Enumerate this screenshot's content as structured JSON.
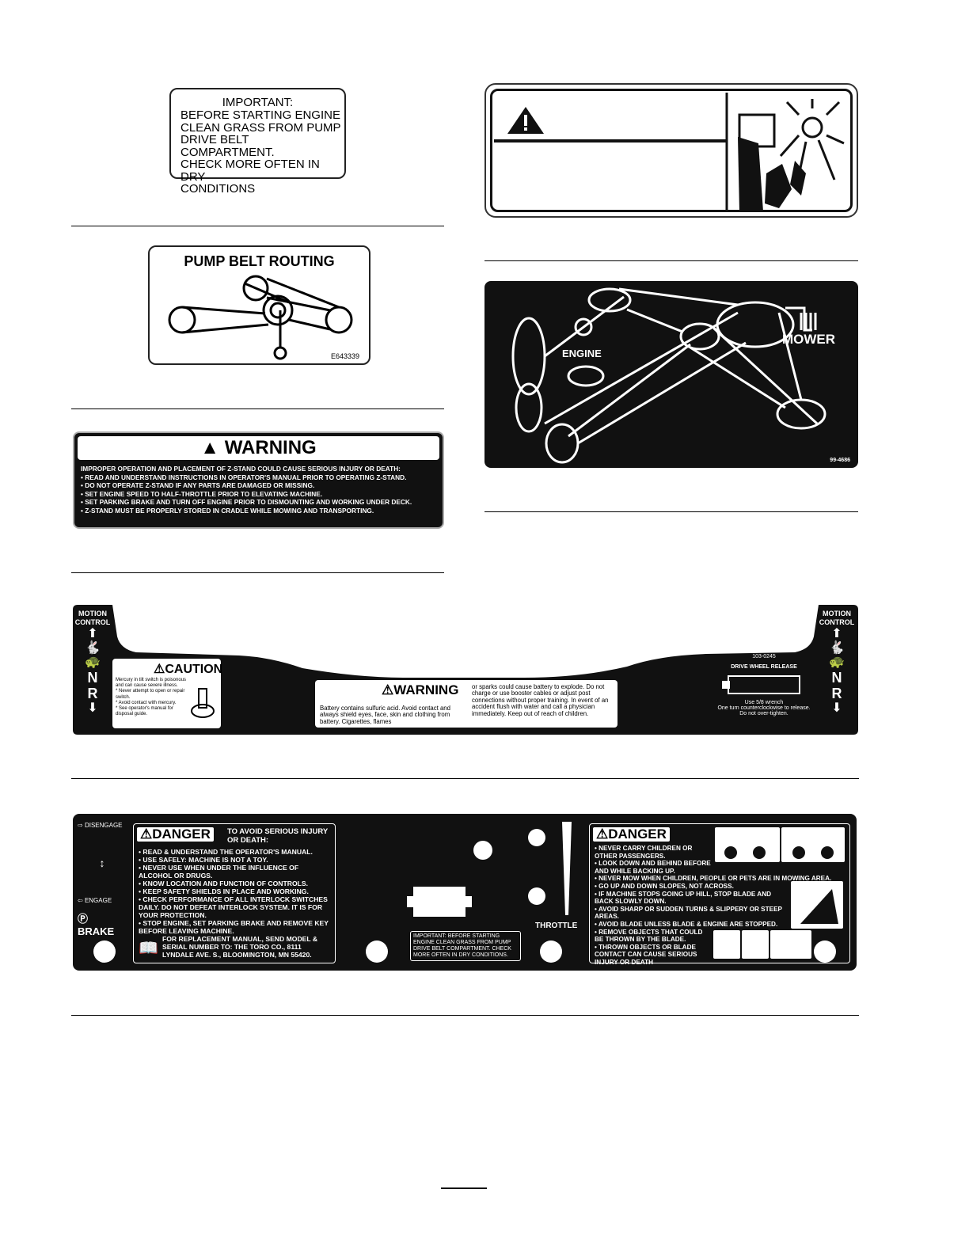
{
  "important_decal": {
    "title": "IMPORTANT:",
    "lines": [
      "BEFORE STARTING ENGINE",
      "CLEAN GRASS FROM PUMP",
      "DRIVE BELT COMPARTMENT.",
      "CHECK MORE OFTEN IN DRY",
      "CONDITIONS"
    ]
  },
  "pump_decal": {
    "title": "PUMP BELT ROUTING",
    "code": "E643339"
  },
  "zstand_warning": {
    "header": "WARNING",
    "lines": [
      "IMPROPER OPERATION AND PLACEMENT OF Z-STAND COULD CAUSE SERIOUS INJURY OR DEATH:",
      "• READ AND UNDERSTAND INSTRUCTIONS IN OPERATOR'S MANUAL PRIOR TO OPERATING Z-STAND.",
      "• DO NOT OPERATE Z-STAND IF ANY PARTS ARE DAMAGED OR MISSING.",
      "• SET ENGINE SPEED TO HALF-THROTTLE PRIOR TO ELEVATING MACHINE.",
      "• SET PARKING BRAKE AND TURN OFF ENGINE PRIOR TO DISMOUNTING AND WORKING UNDER DECK.",
      "• Z-STAND MUST BE PROPERLY STORED IN CRADLE WHILE MOWING AND TRANSPORTING."
    ]
  },
  "belt_decal": {
    "engine": "ENGINE",
    "mower": "MOWER",
    "code": "99-4686"
  },
  "motion_decal": {
    "motion_control": "MOTION CONTROL",
    "n": "N",
    "r": "R",
    "caution_header": "CAUTION",
    "caution_lines": [
      "Mercury in tilt switch is poisonous and can cause severe illness.",
      "* Never attempt to open or repair switch.",
      "* Avoid contact with mercury.",
      "* See operator's manual for disposal guide."
    ],
    "warning_header": "WARNING",
    "warning_left": "Battery contains sulfuric acid. Avoid contact and always shield eyes, face, skin and clothing from battery. Cigarettes, flames",
    "warning_right": "or sparks could cause battery to explode. Do not charge or use booster cables or adjust post connections without proper training. In event of an accident flush with water and call a physician immediately. Keep out of reach of children.",
    "part_no": "103-0245",
    "drive_release": "DRIVE WHEEL RELEASE",
    "release_text": [
      "Use 5/8 wrench",
      "One turn counterclockwise to release.",
      "Do not over-tighten."
    ]
  },
  "danger_panel": {
    "disengage": "DISENGAGE",
    "engage": "ENGAGE",
    "brake": "BRAKE",
    "danger": "DANGER",
    "avoid": "TO AVOID SERIOUS INJURY OR DEATH:",
    "left_items": [
      "• READ & UNDERSTAND THE OPERATOR'S MANUAL.",
      "• USE SAFELY: MACHINE IS NOT A TOY.",
      "• NEVER USE WHEN UNDER THE INFLUENCE OF ALCOHOL OR DRUGS.",
      "• KNOW LOCATION AND FUNCTION OF CONTROLS.",
      "• KEEP SAFETY SHIELDS IN PLACE AND WORKING.",
      "• CHECK PERFORMANCE OF ALL INTERLOCK SWITCHES DAILY. DO NOT DEFEAT INTERLOCK SYSTEM. IT IS FOR YOUR PROTECTION.",
      "• STOP ENGINE, SET PARKING BRAKE AND REMOVE KEY BEFORE LEAVING MACHINE."
    ],
    "replacement": "FOR REPLACEMENT MANUAL, SEND MODEL & SERIAL NUMBER TO: THE TORO CO., 8111 LYNDALE AVE. S., BLOOMINGTON, MN 55420.",
    "important_small": "IMPORTANT: BEFORE STARTING ENGINE CLEAN GRASS FROM PUMP DRIVE BELT COMPARTMENT. CHECK MORE OFTEN IN DRY CONDITIONS.",
    "throttle": "THROTTLE",
    "right_items": [
      "• NEVER CARRY CHILDREN OR OTHER PASSENGERS.",
      "• LOOK DOWN AND BEHIND BEFORE AND WHILE BACKING UP.",
      "• NEVER MOW WHEN CHILDREN, PEOPLE OR PETS ARE IN MOWING AREA.",
      "• GO UP AND DOWN SLOPES, NOT ACROSS.",
      "• IF MACHINE STOPS GOING UP HILL, STOP BLADE AND BACK SLOWLY DOWN.",
      "• AVOID SHARP OR SUDDEN TURNS & SLIPPERY OR STEEP AREAS.",
      "• AVOID BLADE UNLESS BLADE & ENGINE ARE STOPPED.",
      "• REMOVE OBJECTS THAT COULD BE THROWN BY THE BLADE.",
      "• THROWN OBJECTS OR BLADE CONTACT CAN CAUSE SERIOUS INJURY OR DEATH"
    ]
  },
  "colors": {
    "decal_dark": "#111111",
    "paper": "#ffffff"
  }
}
